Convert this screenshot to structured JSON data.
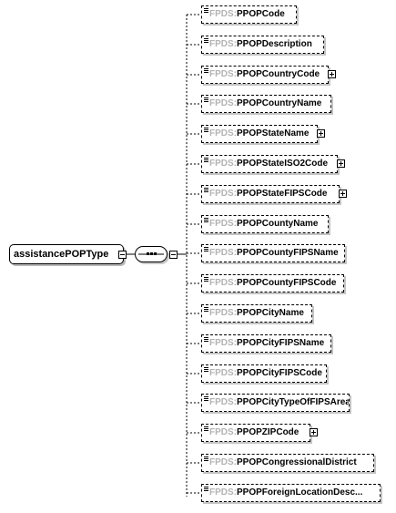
{
  "root": {
    "label": "assistancePOPType"
  },
  "namespace_prefix": "FPDS:",
  "elements": [
    {
      "name": "PPOPCode",
      "expandable": false
    },
    {
      "name": "PPOPDescription",
      "expandable": false
    },
    {
      "name": "PPOPCountryCode",
      "expandable": true
    },
    {
      "name": "PPOPCountryName",
      "expandable": false
    },
    {
      "name": "PPOPStateName",
      "expandable": true
    },
    {
      "name": "PPOPStateISO2Code",
      "expandable": true
    },
    {
      "name": "PPOPStateFIPSCode",
      "expandable": true
    },
    {
      "name": "PPOPCountyName",
      "expandable": false
    },
    {
      "name": "PPOPCountyFIPSName",
      "expandable": false
    },
    {
      "name": "PPOPCountyFIPSCode",
      "expandable": false
    },
    {
      "name": "PPOPCityName",
      "expandable": false
    },
    {
      "name": "PPOPCityFIPSName",
      "expandable": false
    },
    {
      "name": "PPOPCityFIPSCode",
      "expandable": false
    },
    {
      "name": "PPOPCityTypeOfFIPSArea",
      "expandable": false
    },
    {
      "name": "PPOPZIPCode",
      "expandable": true
    },
    {
      "name": "PPOPCongressionalDistrict",
      "expandable": false
    },
    {
      "name": "PPOPForeignLocationDesc...",
      "expandable": false
    }
  ]
}
